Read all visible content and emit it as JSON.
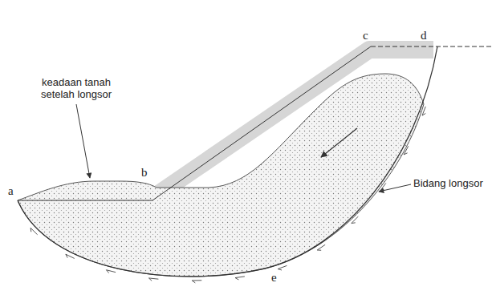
{
  "diagram": {
    "labels": [
      "keadaan tanah setelah longsor",
      "a",
      "b",
      "c",
      "d",
      "e",
      "Bidang longsor"
    ]
  }
}
